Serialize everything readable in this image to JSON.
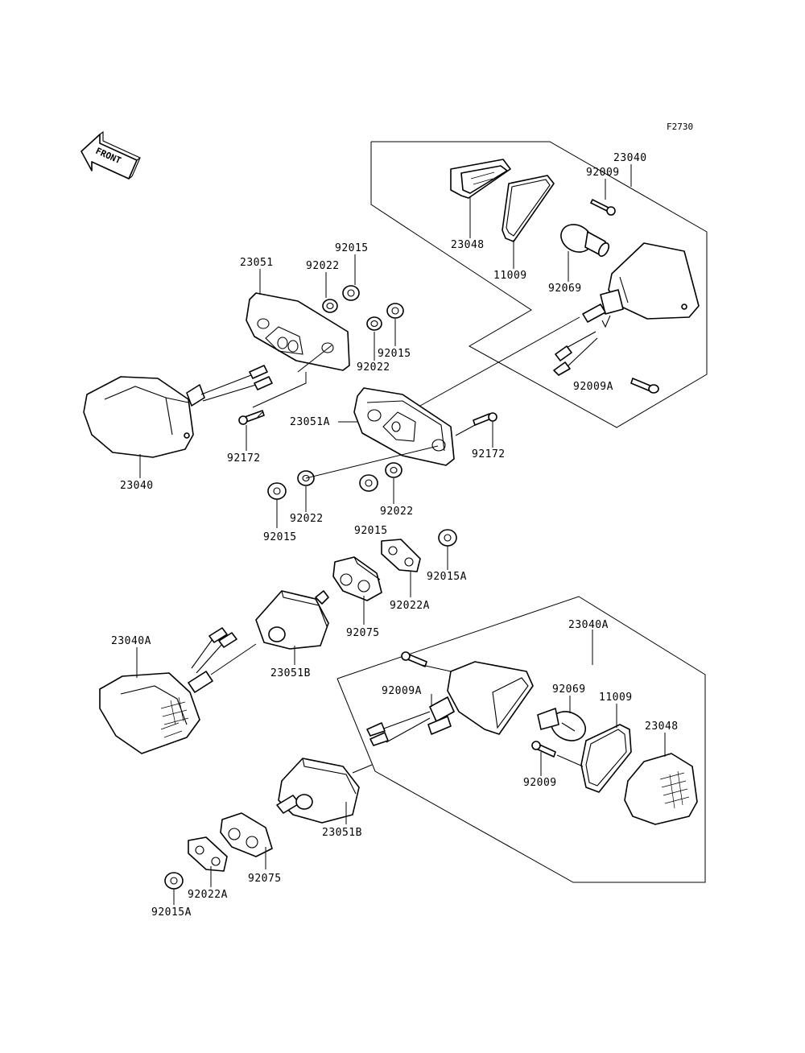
{
  "figure_ref": "F2730",
  "front_marker": "FRONT",
  "labels": {
    "l23040_top": "23040",
    "l23048_top": "23048",
    "l11009_top": "11009",
    "l92009_top": "92009",
    "l92069_top": "92069",
    "l92009A_top": "92009A",
    "l23051": "23051",
    "l92022_a": "92022",
    "l92015_a": "92015",
    "l92015_b": "92015",
    "l92022_b": "92022",
    "l23040_left": "23040",
    "l92172_left": "92172",
    "l23051A": "23051A",
    "l92172_right": "92172",
    "l92022_c": "92022",
    "l92015_c": "92015",
    "l92022_d": "92022",
    "l92015_d": "92015",
    "l92015A_top": "92015A",
    "l92022A_top": "92022A",
    "l92075_top": "92075",
    "l23040A_left": "23040A",
    "l23051B_top": "23051B",
    "l23040A_right": "23040A",
    "l92009A_bot": "92009A",
    "l92069_bot": "92069",
    "l11009_bot": "11009",
    "l23048_bot": "23048",
    "l92009_bot": "92009",
    "l23051B_bot": "23051B",
    "l92075_bot": "92075",
    "l92022A_bot": "92022A",
    "l92015A_bot": "92015A"
  }
}
